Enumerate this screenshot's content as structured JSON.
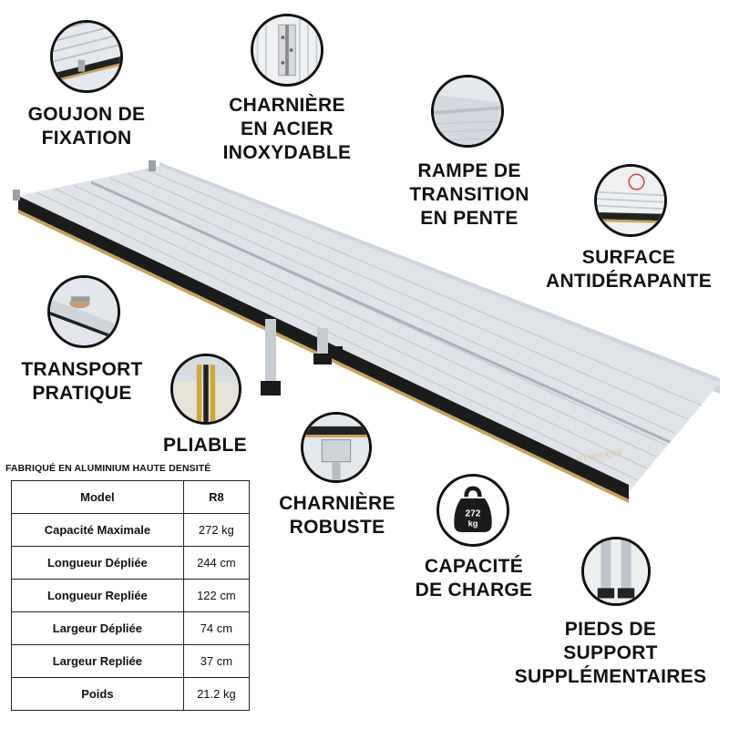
{
  "features": {
    "goujon": [
      "GOUJON DE",
      "FIXATION"
    ],
    "charniere_acier": [
      "CHARNIÈRE",
      "EN ACIER",
      "INOXYDABLE"
    ],
    "rampe": [
      "RAMPE DE",
      "TRANSITION",
      "EN PENTE"
    ],
    "surface": [
      "SURFACE",
      "ANTIDÉRAPANTE"
    ],
    "transport": [
      "TRANSPORT",
      "PRATIQUE"
    ],
    "pliable": [
      "PLIABLE"
    ],
    "charniere_robuste": [
      "CHARNIÈRE",
      "ROBUSTE"
    ],
    "capacite": [
      "CAPACITÉ",
      "DE CHARGE"
    ],
    "pieds": [
      "PIEDS DE",
      "SUPPORT",
      "SUPPLÉMENTAIRES"
    ]
  },
  "weight_icon": {
    "value": "272",
    "unit": "kg"
  },
  "brand": "WORHAN®",
  "spec": {
    "caption": "FABRIQUÉ EN ALUMINIUM HAUTE DENSITÉ",
    "header": {
      "key": "Model",
      "value": "R8"
    },
    "rows": [
      {
        "key": "Capacité Maximale",
        "value": "272 kg"
      },
      {
        "key": "Longueur Dépliée",
        "value": "244 cm"
      },
      {
        "key": "Longueur Repliée",
        "value": "122 cm"
      },
      {
        "key": "Largeur Dépliée",
        "value": "74 cm"
      },
      {
        "key": "Largeur Repliée",
        "value": "37 cm"
      },
      {
        "key": "Poids",
        "value": "21.2 kg"
      }
    ]
  },
  "colors": {
    "aluminium": "#dfe3e8",
    "edge": "#1b1b1b",
    "trim": "#c9a258"
  }
}
